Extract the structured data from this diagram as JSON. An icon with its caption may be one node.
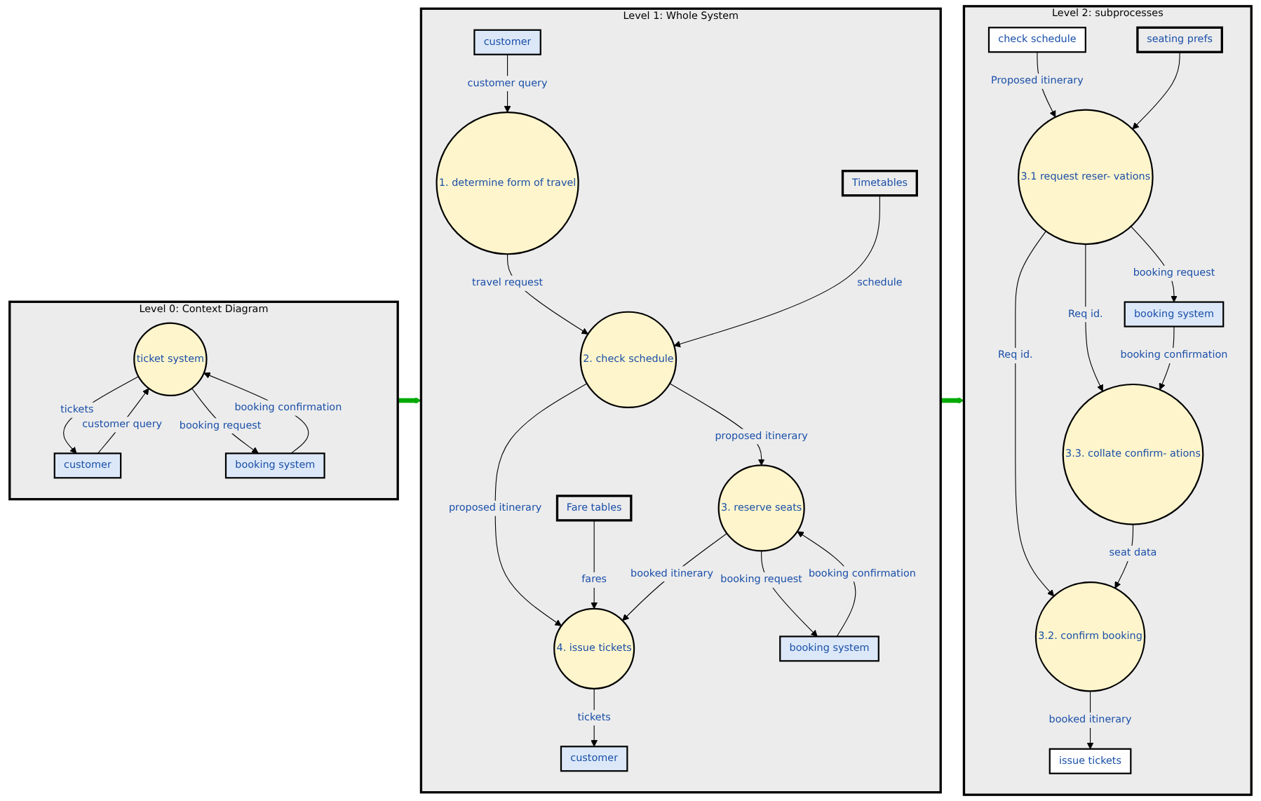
{
  "diagram": {
    "nodes": [
      {
        "text": [
          "Level 0: Context Diagram"
        ]
      },
      {
        "text": [
          "ticket system"
        ],
        "in": 0
      },
      {
        "text": [
          "customer"
        ],
        "in": 0
      },
      {
        "text": [
          "booking system"
        ],
        "in": 0
      },
      {
        "text": [
          "Level 1: Whole System"
        ]
      },
      {
        "text": [
          "customer"
        ],
        "in": 4
      },
      {
        "text": [
          "1. determine form of travel"
        ],
        "in": 4
      },
      {
        "text": [
          "2. check schedule"
        ],
        "in": 4
      },
      {
        "text": [
          "Timetables"
        ],
        "in": 4
      },
      {
        "text": [
          "3. reserve seats"
        ],
        "in": 4
      },
      {
        "text": [
          "4. issue tickets"
        ],
        "in": 4
      },
      {
        "text": [
          "Fare tables"
        ],
        "in": 4
      },
      {
        "text": [
          "booking system"
        ],
        "in": 4
      },
      {
        "text": [
          "customer"
        ],
        "in": 4
      },
      {
        "text": [
          "Level 2: subprocesses"
        ]
      },
      {
        "text": [
          "check schedule"
        ],
        "in": 14
      },
      {
        "text": [
          "3.1 request reser- vations"
        ],
        "in": 14
      },
      {
        "text": [
          "seating prefs"
        ],
        "in": 14
      },
      {
        "text": [
          "issue tickets"
        ],
        "in": 14
      },
      {
        "text": [
          "3.2. confirm booking"
        ],
        "in": 14
      },
      {
        "text": [
          "3.3. collate confirm- ations"
        ],
        "in": 14
      },
      {
        "text": [
          "booking system"
        ],
        "in": 14
      }
    ],
    "edges": [
      {
        "from": 2,
        "to": 1,
        "arrow": "to",
        "label": "customer query"
      },
      {
        "from": 1,
        "to": 2,
        "arrow": "to",
        "label": "tickets"
      },
      {
        "from": 3,
        "to": 1,
        "arrow": "to",
        "label": "booking confirmation"
      },
      {
        "from": 1,
        "to": 3,
        "arrow": "to",
        "label": "booking request"
      },
      {
        "from": 5,
        "to": 6,
        "arrow": "to",
        "label": "customer query"
      },
      {
        "from": 6,
        "to": 7,
        "arrow": "to",
        "label": "travel request"
      },
      {
        "from": 8,
        "to": 7,
        "arrow": "to",
        "label": "schedule"
      },
      {
        "from": 7,
        "to": 9,
        "arrow": "to",
        "label": "proposed itinerary"
      },
      {
        "from": 7,
        "to": 10,
        "arrow": "to",
        "label": "proposed itinerary"
      },
      {
        "from": 11,
        "to": 10,
        "arrow": "to",
        "label": "fares"
      },
      {
        "from": 9,
        "to": 10,
        "arrow": "to",
        "label": "booked itinerary"
      },
      {
        "from": 9,
        "to": 12,
        "arrow": "to",
        "label": "booking request"
      },
      {
        "from": 12,
        "to": 9,
        "arrow": "to",
        "label": "booking confirmation"
      },
      {
        "from": 10,
        "to": 13,
        "arrow": "to",
        "label": "tickets"
      },
      {
        "from": 15,
        "to": 16,
        "arrow": "to",
        "label": "Proposed itinerary"
      },
      {
        "from": 17,
        "to": 16,
        "arrow": "to"
      },
      {
        "from": 16,
        "to": 21,
        "arrow": "to",
        "label": "booking request"
      },
      {
        "from": 16,
        "to": 19,
        "arrow": "to",
        "label": "Req id."
      },
      {
        "from": 16,
        "to": 20,
        "arrow": "to",
        "label": "Req id."
      },
      {
        "from": 21,
        "to": 20,
        "arrow": "to",
        "label": "booking confirmation"
      },
      {
        "from": 20,
        "to": 19,
        "arrow": "to",
        "label": "seat data"
      },
      {
        "from": 19,
        "to": 18,
        "arrow": "to",
        "label": "booked itinerary"
      },
      {
        "from": 0,
        "to": 4,
        "arrow": "to",
        "style": "thick",
        "color": "#00aa00"
      },
      {
        "from": 4,
        "to": 14,
        "arrow": "to",
        "style": "thick",
        "color": "#00aa00"
      }
    ]
  }
}
